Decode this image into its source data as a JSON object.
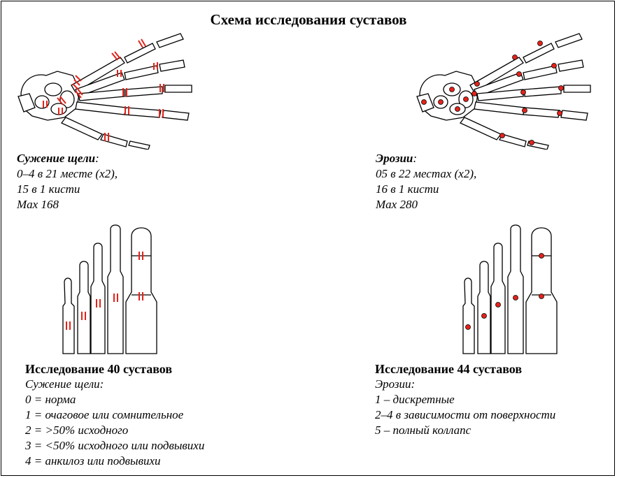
{
  "title": "Схема исследования суставов",
  "left_top": {
    "heading": "Сужение щели",
    "lines": [
      "0–4 в 21 месте (х2),",
      "15 в 1 кисти",
      "Max 168"
    ]
  },
  "right_top": {
    "heading": "Эрозии",
    "lines": [
      "05 в 22 местах (х2),",
      "16 в 1 кисти",
      "Max 280"
    ]
  },
  "left_bottom": {
    "heading": "Исследование 40 суставов",
    "subheading": "Сужение щели:",
    "lines": [
      "0 = норма",
      "1 = очаговое или сомнительное",
      "2 = >50% исходного",
      "3 = <50% исходного или подвывихи",
      "4 = анкилоз или подвывихи"
    ]
  },
  "right_bottom": {
    "heading": "Исследование 44 суставов",
    "subheading": "Эрозии:",
    "lines": [
      "1 – дискретные",
      "2–4 в зависимости от поверхности",
      "5 – полный коллапс"
    ]
  },
  "colors": {
    "marker": "#e2231a",
    "outline": "#000000"
  },
  "illustrations": [
    "hand-joint-space-narrowing",
    "hand-erosions",
    "foot-joint-space-narrowing",
    "foot-erosions"
  ]
}
